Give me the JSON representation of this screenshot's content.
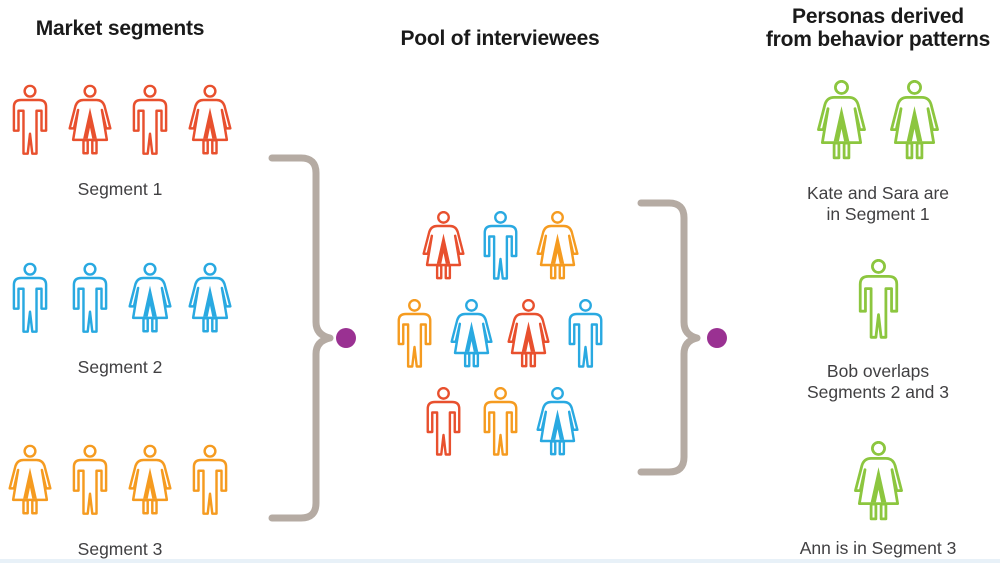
{
  "colors": {
    "red": "#E8502E",
    "blue": "#29A9E1",
    "orange": "#F59B20",
    "green": "#8CC63F",
    "purple": "#9A3192",
    "brace": "#B5ABA3",
    "title_text": "#1A1A1A",
    "caption_text": "#414042",
    "bottom_strip": "#E8F1F8"
  },
  "left": {
    "title": "Market segments",
    "segments": [
      {
        "label": "Segment 1",
        "color": "red",
        "people": [
          "man",
          "woman",
          "man",
          "woman"
        ]
      },
      {
        "label": "Segment 2",
        "color": "blue",
        "people": [
          "man",
          "man",
          "woman",
          "woman"
        ]
      },
      {
        "label": "Segment 3",
        "color": "orange",
        "people": [
          "woman",
          "man",
          "woman",
          "man"
        ]
      }
    ]
  },
  "pool": {
    "title": "Pool of interviewees",
    "rows": [
      [
        {
          "color": "red",
          "type": "woman"
        },
        {
          "color": "blue",
          "type": "man"
        },
        {
          "color": "orange",
          "type": "woman"
        }
      ],
      [
        {
          "color": "orange",
          "type": "man"
        },
        {
          "color": "blue",
          "type": "woman"
        },
        {
          "color": "red",
          "type": "woman"
        },
        {
          "color": "blue",
          "type": "man"
        }
      ],
      [
        {
          "color": "red",
          "type": "man"
        },
        {
          "color": "orange",
          "type": "man"
        },
        {
          "color": "blue",
          "type": "woman"
        }
      ]
    ]
  },
  "personas": {
    "title_lines": [
      "Personas derived",
      "from behavior patterns"
    ],
    "items": [
      {
        "caption_lines": [
          "Kate and Sara are",
          "in Segment 1"
        ],
        "people": [
          {
            "color": "green",
            "type": "woman"
          },
          {
            "color": "green",
            "type": "woman"
          }
        ]
      },
      {
        "caption_lines": [
          "Bob overlaps",
          "Segments 2 and 3"
        ],
        "people": [
          {
            "color": "green",
            "type": "man"
          }
        ]
      },
      {
        "caption_lines": [
          "Ann is in Segment 3"
        ],
        "people": [
          {
            "color": "green",
            "type": "woman"
          }
        ]
      }
    ]
  }
}
